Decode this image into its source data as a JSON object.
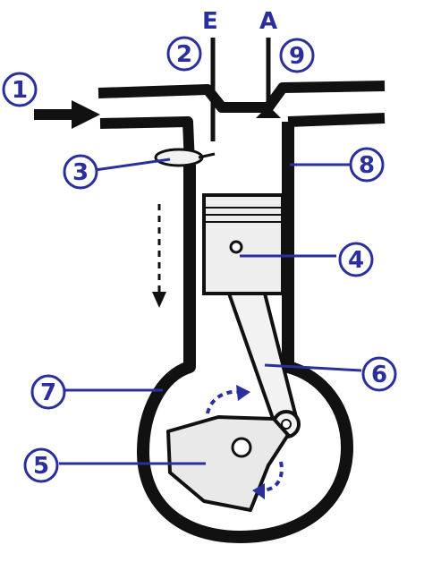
{
  "valves": {
    "exhaust_letter": "E",
    "intake_letter": "A"
  },
  "callouts": [
    {
      "id": "c1",
      "number": "1"
    },
    {
      "id": "c2",
      "number": "2"
    },
    {
      "id": "c3",
      "number": "3"
    },
    {
      "id": "c4",
      "number": "4"
    },
    {
      "id": "c5",
      "number": "5"
    },
    {
      "id": "c6",
      "number": "6"
    },
    {
      "id": "c7",
      "number": "7"
    },
    {
      "id": "c8",
      "number": "8"
    },
    {
      "id": "c9",
      "number": "9"
    }
  ],
  "colors": {
    "ink": "#111111",
    "callout": "#2b2f9e",
    "fill": "#f2f2f2",
    "piston": "#eeeeee"
  }
}
